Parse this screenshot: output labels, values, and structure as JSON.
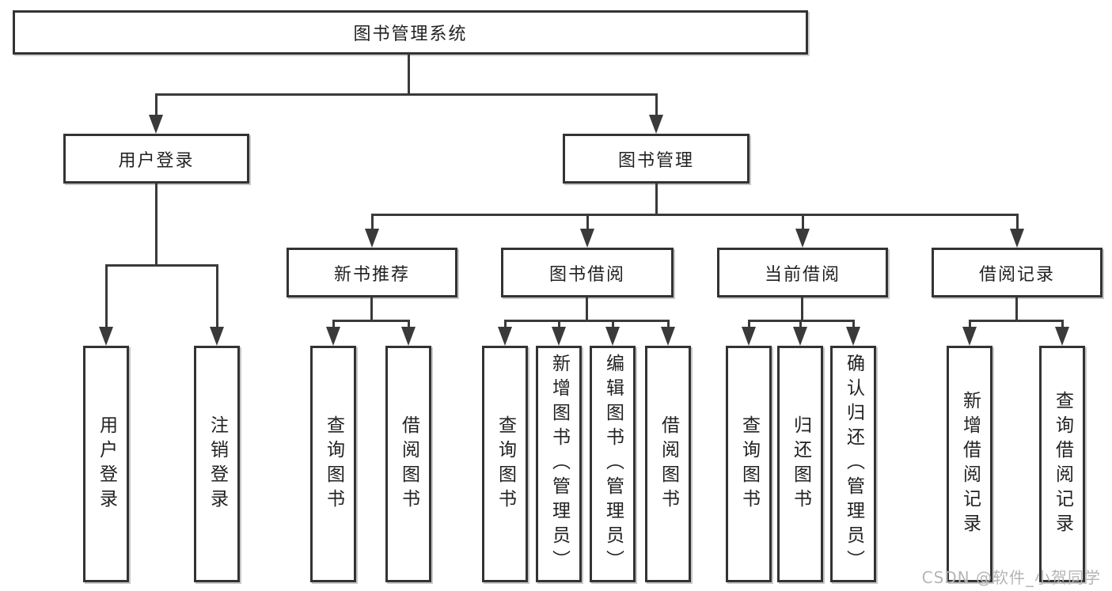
{
  "diagram": {
    "root": {
      "label": "图书管理系统"
    },
    "level2": [
      {
        "label": "用户登录"
      },
      {
        "label": "图书管理"
      }
    ],
    "level3": [
      {
        "label": "新书推荐"
      },
      {
        "label": "图书借阅"
      },
      {
        "label": "当前借阅"
      },
      {
        "label": "借阅记录"
      }
    ],
    "leaves": [
      {
        "label": "用户登录"
      },
      {
        "label": "注销登录"
      },
      {
        "label": "查询图书"
      },
      {
        "label": "借阅图书"
      },
      {
        "label": "查询图书"
      },
      {
        "label": "新增图书（管理员）"
      },
      {
        "label": "编辑图书（管理员）"
      },
      {
        "label": "借阅图书"
      },
      {
        "label": "查询图书"
      },
      {
        "label": "归还图书"
      },
      {
        "label": "确认归还（管理员）"
      },
      {
        "label": "新增借阅记录"
      },
      {
        "label": "查询借阅记录"
      }
    ],
    "watermark": "CSDN @软件_小贺同学",
    "colors": {
      "line": "#3a3a3a",
      "box_border": "#333333",
      "text": "#222222",
      "background": "#ffffff",
      "watermark": "#b5b5b5"
    }
  }
}
